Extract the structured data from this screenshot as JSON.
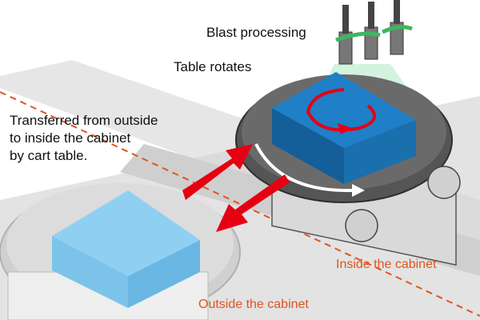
{
  "labels": {
    "blast_processing": "Blast processing",
    "table_rotates": "Table rotates",
    "transfer_line1": "Transferred from outside",
    "transfer_line2": "to inside the cabinet",
    "transfer_line3": "by cart table.",
    "inside_cabinet": "Inside the cabinet",
    "outside_cabinet": "Outside the cabinet"
  },
  "colors": {
    "label_accent": "#e0541c",
    "arrow_red": "#e60012",
    "workpiece_blue": "#1f7fc7",
    "workpiece_light": "#8fd0f2",
    "nozzle_spray": "#4dcf7a"
  }
}
